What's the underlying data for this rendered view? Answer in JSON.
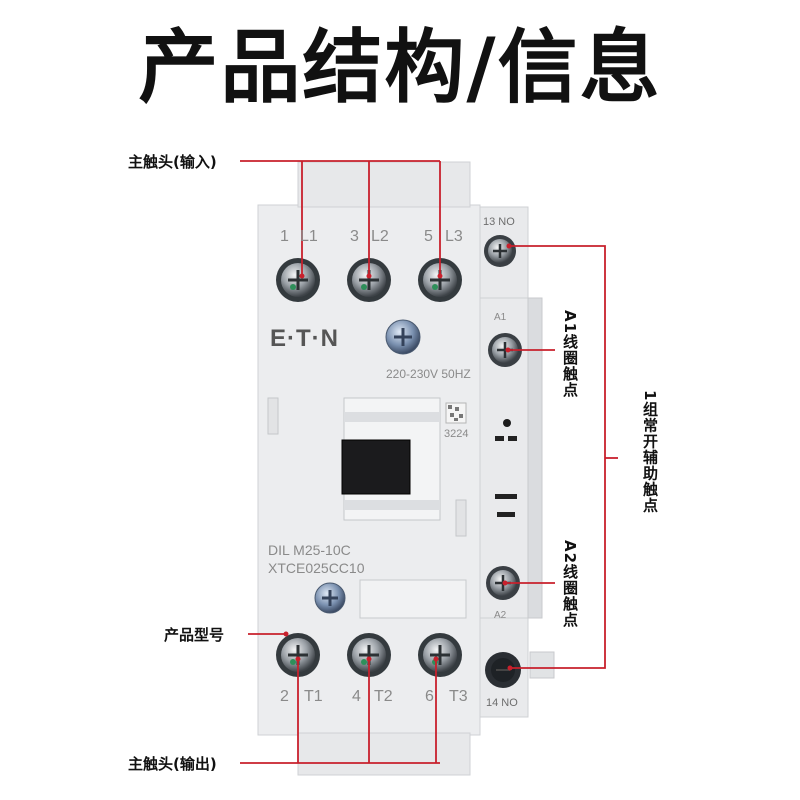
{
  "title": "产品结构/信息",
  "callouts": {
    "main_input": "主触头(输入)",
    "main_output": "主触头(输出)",
    "model": "产品型号",
    "a1_coil": "A1线圈触点",
    "a2_coil": "A2线圈触点",
    "aux_no": "1组常开辅助触点"
  },
  "device": {
    "brand": "E·T·N",
    "terminals_top": [
      "1",
      "L1",
      "3",
      "L2",
      "5",
      "L3"
    ],
    "terminals_bottom": [
      "2",
      "T1",
      "4",
      "T2",
      "6",
      "T3"
    ],
    "voltage": "220-230V 50HZ",
    "code": "3224",
    "model_line1": "DIL M25-10C",
    "model_line2": "XTCE025CC10",
    "aux_top": "13 NO",
    "aux_bottom": "14 NO",
    "coil_a1": "A1",
    "coil_a2": "A2"
  },
  "colors": {
    "callout_line": "#c8202c",
    "housing": "#ecedef",
    "title": "#111111"
  }
}
